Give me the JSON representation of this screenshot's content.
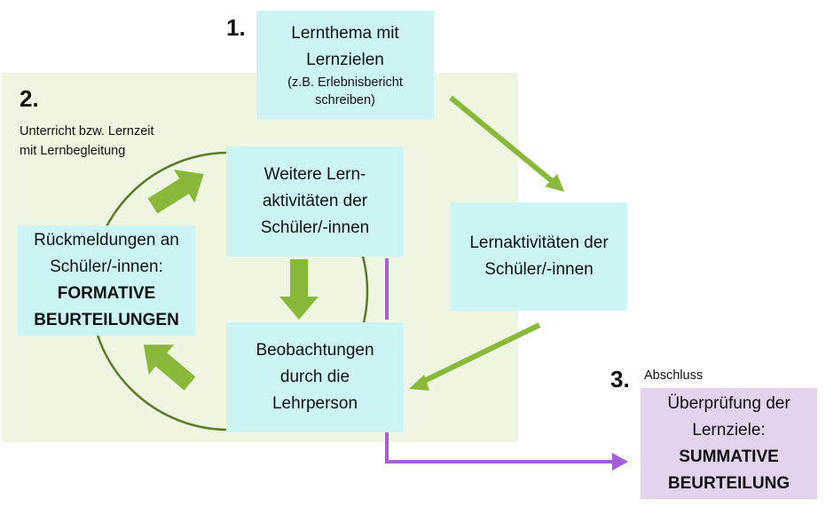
{
  "step1": {
    "number": "1.",
    "title_line1": "Lernthema mit",
    "title_line2": "Lernzielen",
    "example_line1": "(z.B. Erlebnisbericht",
    "example_line2": "schreiben)"
  },
  "step2": {
    "number": "2.",
    "caption_line1": "Unterricht bzw. Lernzeit",
    "caption_line2": "mit Lernbegleitung",
    "further_activities": [
      "Weitere Lern-",
      "aktivitäten der",
      "Schüler/-innen"
    ],
    "observations": [
      "Beobachtungen",
      "durch die",
      "Lehrperson"
    ],
    "feedback": [
      "Rückmeldungen an",
      "Schüler/-innen:",
      "FORMATIVE",
      "BEURTEILUNGEN"
    ]
  },
  "learning_activities": [
    "Lernaktivitäten der",
    "Schüler/-innen"
  ],
  "step3": {
    "number": "3.",
    "caption": "Abschluss",
    "lines": [
      "Überprüfung der",
      "Lernziele:",
      "SUMMATIVE",
      "BEURTEILUNG"
    ]
  },
  "colors": {
    "green_bg": "#eef5e1",
    "box": "#cdf4f4",
    "purple_box": "#e1d4ec",
    "arrow_green": "#8ab83a",
    "circle": "#5a7a2a",
    "purple": "#a45fd6"
  }
}
